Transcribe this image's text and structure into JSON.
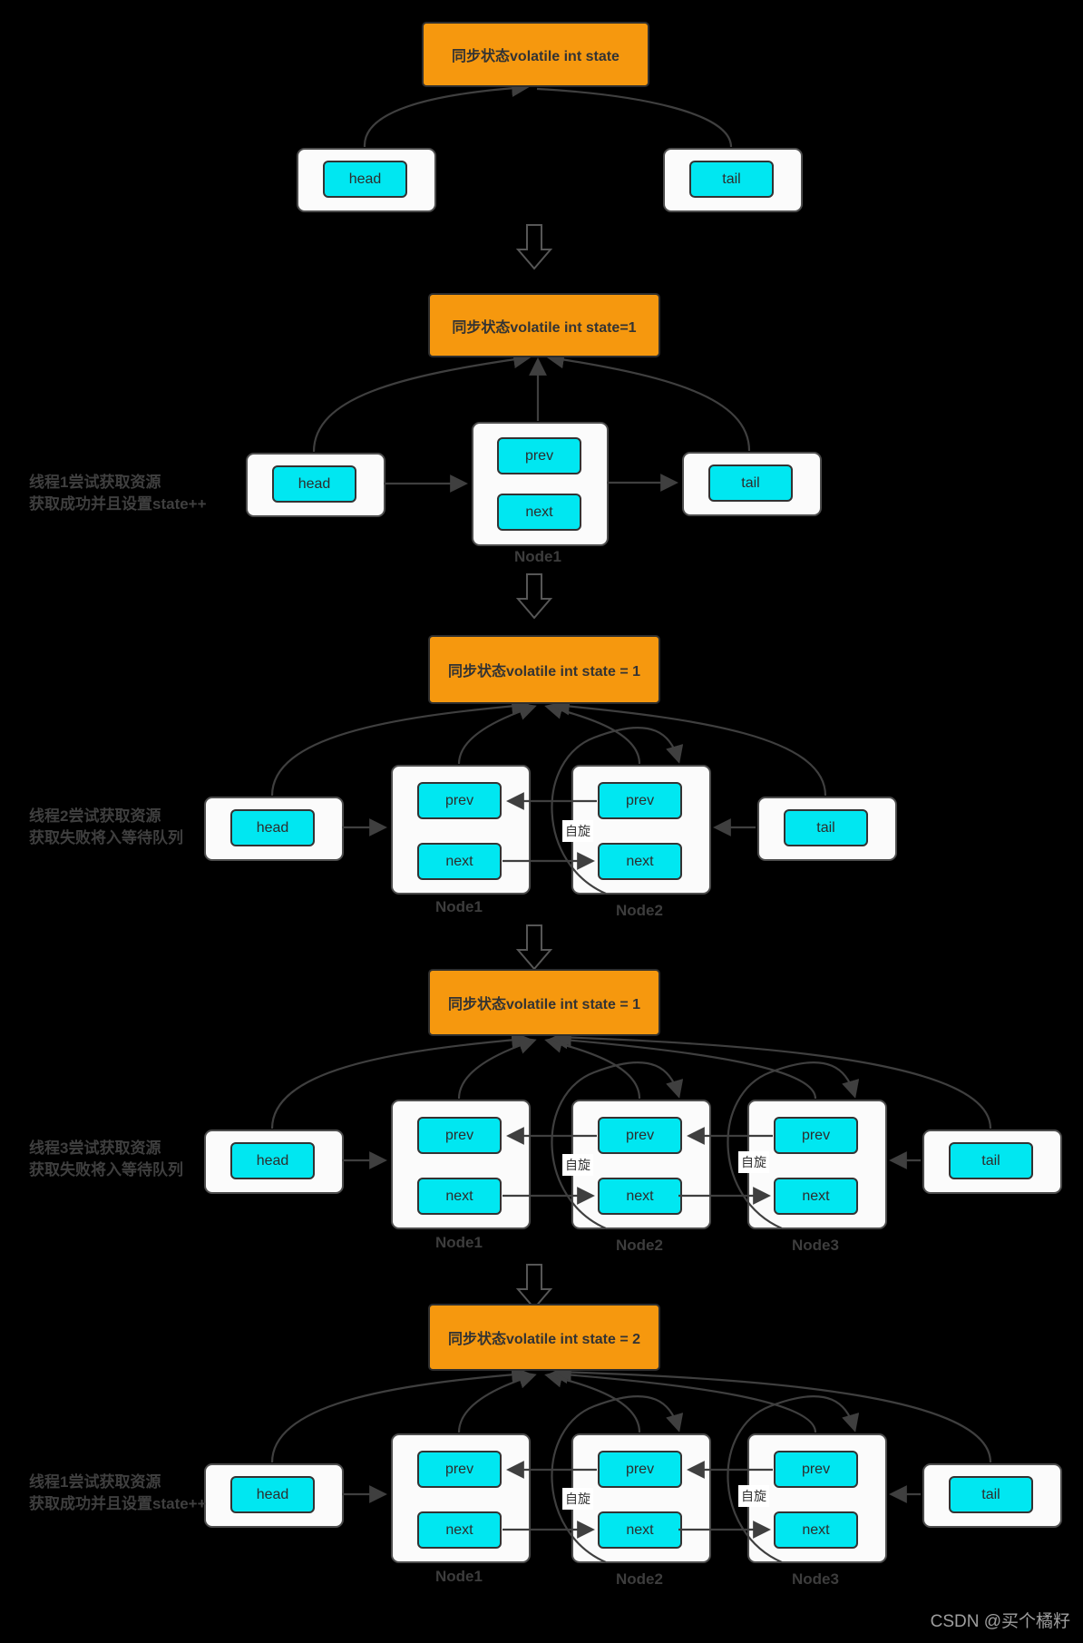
{
  "page": {
    "watermark": "CSDN @买个橘籽"
  },
  "colors": {
    "background": "#000000",
    "state_box_fill": "#F6980E",
    "cell_fill": "#00E7F1",
    "card_fill": "#FBFBFB",
    "arrow": "#3F3F3F",
    "note_text": "#3F3F3F"
  },
  "box_labels": {
    "head": "head",
    "tail": "tail",
    "prev": "prev",
    "next": "next"
  },
  "spin_label": "自旋",
  "node_names": [
    "Node1",
    "Node2",
    "Node3"
  ],
  "stages": [
    {
      "title": "同步状态volatile int state"
    },
    {
      "title": "同步状态volatile int state=1",
      "note": [
        "线程1尝试获取资源",
        "获取成功并且设置state++"
      ]
    },
    {
      "title": "同步状态volatile int state = 1",
      "note": [
        "线程2尝试获取资源",
        "获取失败将入等待队列"
      ]
    },
    {
      "title": "同步状态volatile int state = 1",
      "note": [
        "线程3尝试获取资源",
        "获取失败将入等待队列"
      ]
    },
    {
      "title": "同步状态volatile int state = 2",
      "note": [
        "线程1尝试获取资源",
        "获取成功并且设置state++"
      ]
    }
  ]
}
